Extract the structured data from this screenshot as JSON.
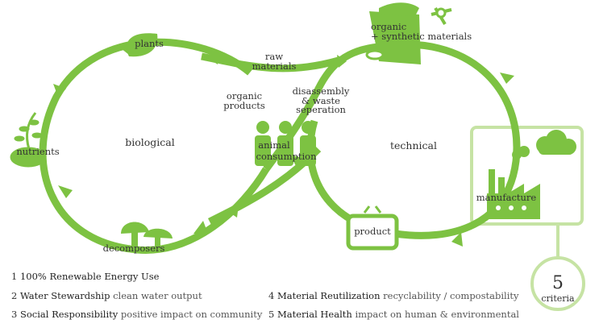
{
  "colors": {
    "green": "#7dc242",
    "light_green": "#c6e3a4",
    "dark_green": "#5a9e2c",
    "text": "#333333"
  },
  "cycles": {
    "biological": "biological",
    "technical": "technical"
  },
  "nodes": {
    "plants": "plants",
    "nutrients": "nutrients",
    "decomposers": "decomposers",
    "organic_products_1": "organic",
    "organic_products_2": "products",
    "raw_materials_1": "raw",
    "raw_materials_2": "materials",
    "disassembly_1": "disassembly",
    "disassembly_2": "& waste",
    "disassembly_3": "seperation",
    "animal_consumption_1": "animal",
    "animal_consumption_2": "consumption",
    "organic_synthetic_1": "organic",
    "organic_synthetic_2": "+ synthetic materials",
    "manufacture": "manufacture",
    "product": "product"
  },
  "criteria_badge": {
    "number": "5",
    "label": "criteria"
  },
  "legend": [
    {
      "num": "1",
      "title": "100% Renewable Energy Use",
      "desc": ""
    },
    {
      "num": "2",
      "title": "Water Stewardship",
      "desc": "clean water output"
    },
    {
      "num": "3",
      "title": "Social Responsibility",
      "desc": "positive impact on community"
    },
    {
      "num": "4",
      "title": "Material Reutilization",
      "desc": "recyclability / compostability"
    },
    {
      "num": "5",
      "title": "Material Health",
      "desc": "impact on human & environmental"
    }
  ],
  "icons": [
    "plant-icon",
    "nutrient-sprout-icon",
    "mushroom-icon",
    "people-icon",
    "bin-icon",
    "factory-icon",
    "cloud-icon",
    "tv-icon"
  ]
}
